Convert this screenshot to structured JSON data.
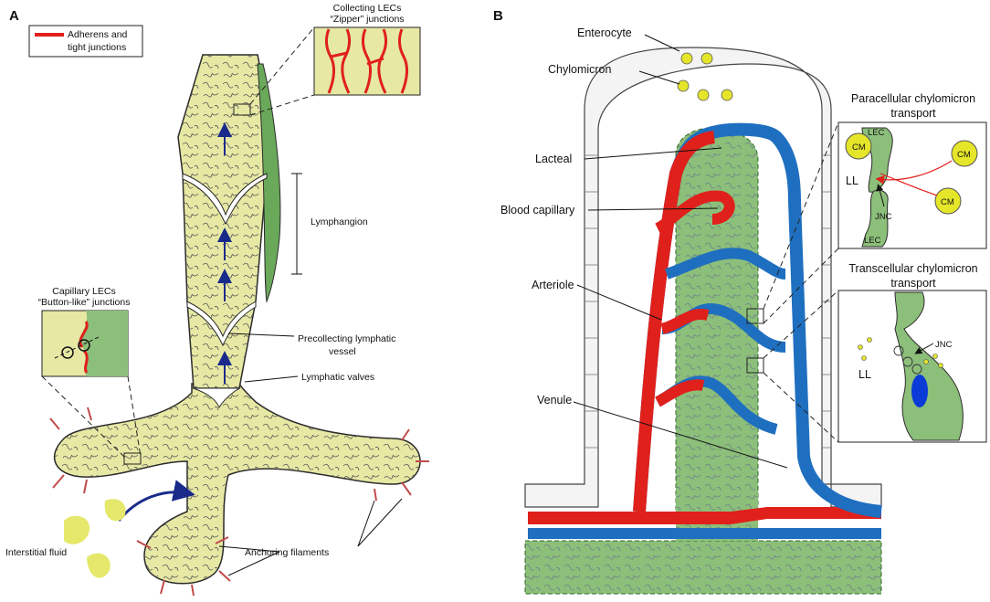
{
  "panel_a": {
    "letter": "A",
    "legend_text_1": "Adherens and",
    "legend_text_2": "tight junctions",
    "collecting_title_1": "Collecting LECs",
    "collecting_title_2": "“Zipper” junctions",
    "lymphangion": "Lymphangion",
    "capillary_title_1": "Capillary LECs",
    "capillary_title_2": "“Button-like” junctions",
    "precollecting_1": "Precollecting lymphatic",
    "precollecting_2": "vessel",
    "lymphatic_valves": "Lymphatic valves",
    "interstitial_fluid": "Interstitial fluid",
    "anchoring_filaments": "Anchoring filaments"
  },
  "panel_b": {
    "letter": "B",
    "enterocyte": "Enterocyte",
    "chylomicron": "Chylomicron",
    "lacteal": "Lacteal",
    "blood_capillary": "Blood capillary",
    "arteriole": "Arteriole",
    "venule": "Venule",
    "paracellular_1": "Paracellular chylomicron",
    "paracellular_2": "transport",
    "transcellular_1": "Transcellular chylomicron",
    "transcellular_2": "transport",
    "lec": "LEC",
    "cm": "CM",
    "ll": "LL",
    "jnc": "JNC"
  },
  "colors": {
    "lymph_fill": "#e6e8a4",
    "lymph_stroke": "#2b2b2b",
    "lec_green": "#8cbf7a",
    "junction_red": "#e0201b",
    "vessel_blue": "#1f6fc0",
    "chylomicron_yellow": "#e5e52a",
    "nucleus_blue": "#0a3bd6"
  }
}
